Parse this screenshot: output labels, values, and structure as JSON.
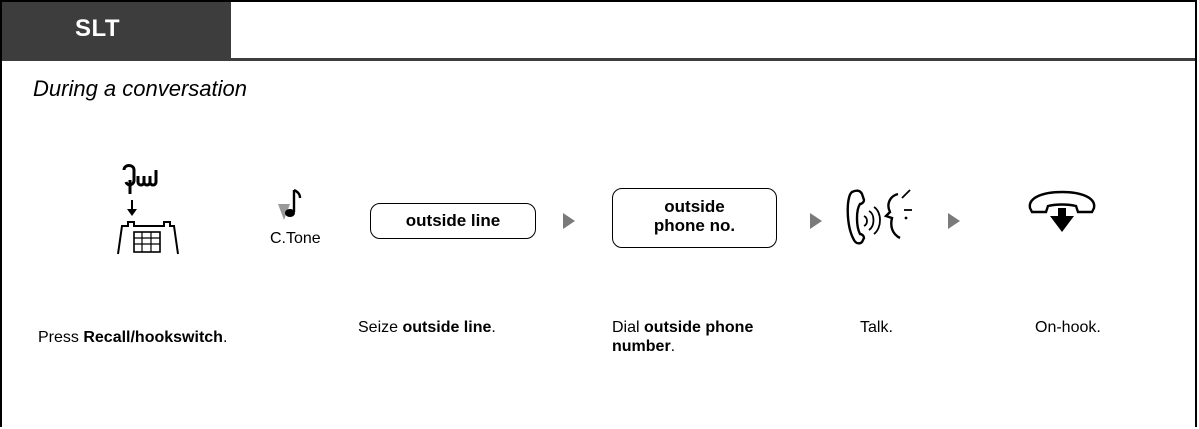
{
  "header": {
    "tab_label": "SLT"
  },
  "subtitle": "During a conversation",
  "steps": {
    "recall": {
      "caption_prefix": "Press ",
      "caption_bold": "Recall/hookswitch",
      "caption_suffix": "."
    },
    "tone": {
      "label": "C.Tone"
    },
    "seize": {
      "button_label": "outside line",
      "caption_prefix": "Seize ",
      "caption_bold": "outside line",
      "caption_suffix": "."
    },
    "dial": {
      "button_line1": "outside",
      "button_line2": "phone no.",
      "caption_prefix": "Dial ",
      "caption_bold": "outside phone number",
      "caption_suffix": "."
    },
    "talk": {
      "caption": "Talk."
    },
    "onhook": {
      "caption": "On-hook."
    }
  },
  "icons": {
    "recall": "hand-pressing-hookswitch-icon",
    "tone": "musical-note-icon",
    "talk": "handset-talking-icon",
    "onhook": "handset-down-icon",
    "arrow": "triangle-right-icon"
  },
  "colors": {
    "header_bg": "#3d3d3d",
    "arrow": "#7a7a7a"
  }
}
